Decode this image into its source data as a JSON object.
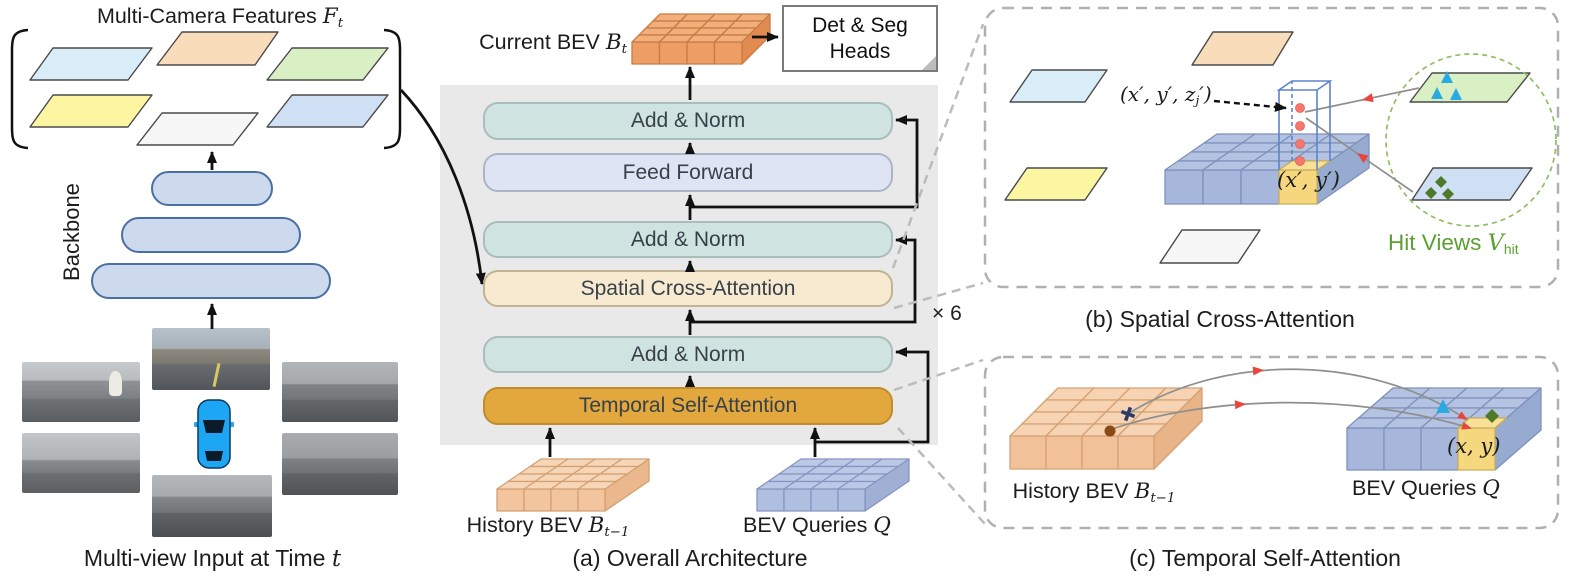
{
  "colors": {
    "panel_bg": "#E9E9E9",
    "block_teal": "#CFE4E0",
    "block_teal_border": "#A9BDBA",
    "block_lavender": "#DEE4F3",
    "block_lavender_border": "#ABB4C9",
    "block_cream": "#F8EAD0",
    "block_cream_border": "#C2B395",
    "block_gold": "#E2A83D",
    "block_gold_border": "#BF8D2B",
    "text_dark": "#38414A",
    "hit_green": "#5BA032",
    "marker_red": "#E8453C",
    "reference_dot": "#F4786D",
    "pill_fill": "#CDD9EC",
    "pill_border": "#4A6FA5",
    "plane_cyan": "#D9EDF8",
    "plane_orange": "#F9DCBA",
    "plane_green": "#D9EFC4",
    "plane_yellow": "#FCF6A3",
    "plane_white": "#F7F7F7",
    "plane_blue": "#CFDFF4",
    "grids": {
      "orangeA": {
        "top": "#F2AE7B",
        "front": "#EE9E64",
        "side": "#E28B50",
        "stroke": "#C67C43"
      },
      "peachA": {
        "top": "#F7D6B8",
        "front": "#F3C59E",
        "side": "#EAB88C",
        "stroke": "#D2A072"
      },
      "blueA": {
        "top": "#BCC9E6",
        "front": "#AEBFE0",
        "side": "#9FB0D4",
        "stroke": "#8795C2"
      },
      "blueB": {
        "top": "#B5C3E2",
        "front": "#A6B7DB",
        "side": "#97AACF",
        "stroke": "#7E91BC"
      },
      "peachC": {
        "top": "#F6D3B3",
        "front": "#F1C29A",
        "side": "#E9B588",
        "stroke": "#D5A173"
      },
      "highlight": {
        "top": "#F8E096",
        "front": "#F5D87E",
        "stroke": "#CBAE57"
      }
    }
  },
  "left": {
    "title": {
      "text": "Multi-Camera Features ",
      "math": "F",
      "sub": "t"
    },
    "backbone": "Backbone",
    "caption": {
      "text": "Multi-view Input at Time ",
      "math": "t"
    }
  },
  "overall": {
    "current_bev": {
      "text": "Current BEV ",
      "math": "B",
      "sub": "t"
    },
    "det_seg": {
      "line1": "Det & Seg",
      "line2": "Heads"
    },
    "blocks": {
      "add_norm": "Add & Norm",
      "feed_forward": "Feed Forward",
      "spatial": "Spatial Cross-Attention",
      "temporal": "Temporal Self-Attention"
    },
    "multiplier": "× 6",
    "history_bev": {
      "text": "History BEV ",
      "math": "B",
      "sub": "t−1"
    },
    "bev_queries": {
      "text": "BEV Queries ",
      "math": "Q"
    },
    "caption": "(a) Overall Architecture"
  },
  "spatial_panel": {
    "point_label": {
      "pre": "(x′, y′, z",
      "sub": "j",
      "post": "′)"
    },
    "cell_label": "(x′, y′)",
    "hit_views": {
      "text": "Hit Views ",
      "math": "V",
      "sub": "hit"
    },
    "caption": "(b) Spatial Cross-Attention"
  },
  "temporal_panel": {
    "history_bev": {
      "text": "History BEV ",
      "math": "B",
      "sub": "t−1"
    },
    "bev_queries": {
      "text": "BEV Queries ",
      "math": "Q"
    },
    "cell_label": "(x, y)",
    "caption": "(c) Temporal Self-Attention"
  }
}
